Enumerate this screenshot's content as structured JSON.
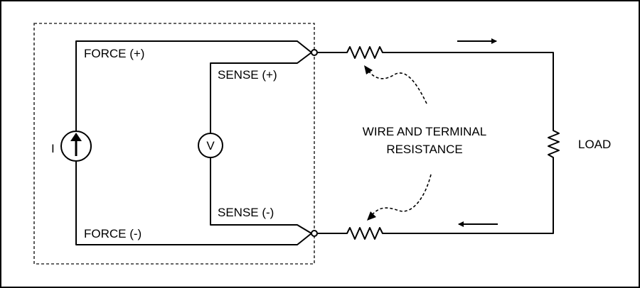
{
  "labels": {
    "force_pos": "FORCE (+)",
    "force_neg": "FORCE (-)",
    "sense_pos": "SENSE (+)",
    "sense_neg": "SENSE (-)",
    "current_source": "I",
    "voltmeter": "V",
    "resistance_line1": "WIRE AND TERMINAL",
    "resistance_line2": "RESISTANCE",
    "load": "LOAD"
  },
  "icons": {
    "current_direction_top": "arrow-right-icon",
    "current_direction_bottom": "arrow-left-icon",
    "current_source_arrow": "arrow-up-icon"
  }
}
